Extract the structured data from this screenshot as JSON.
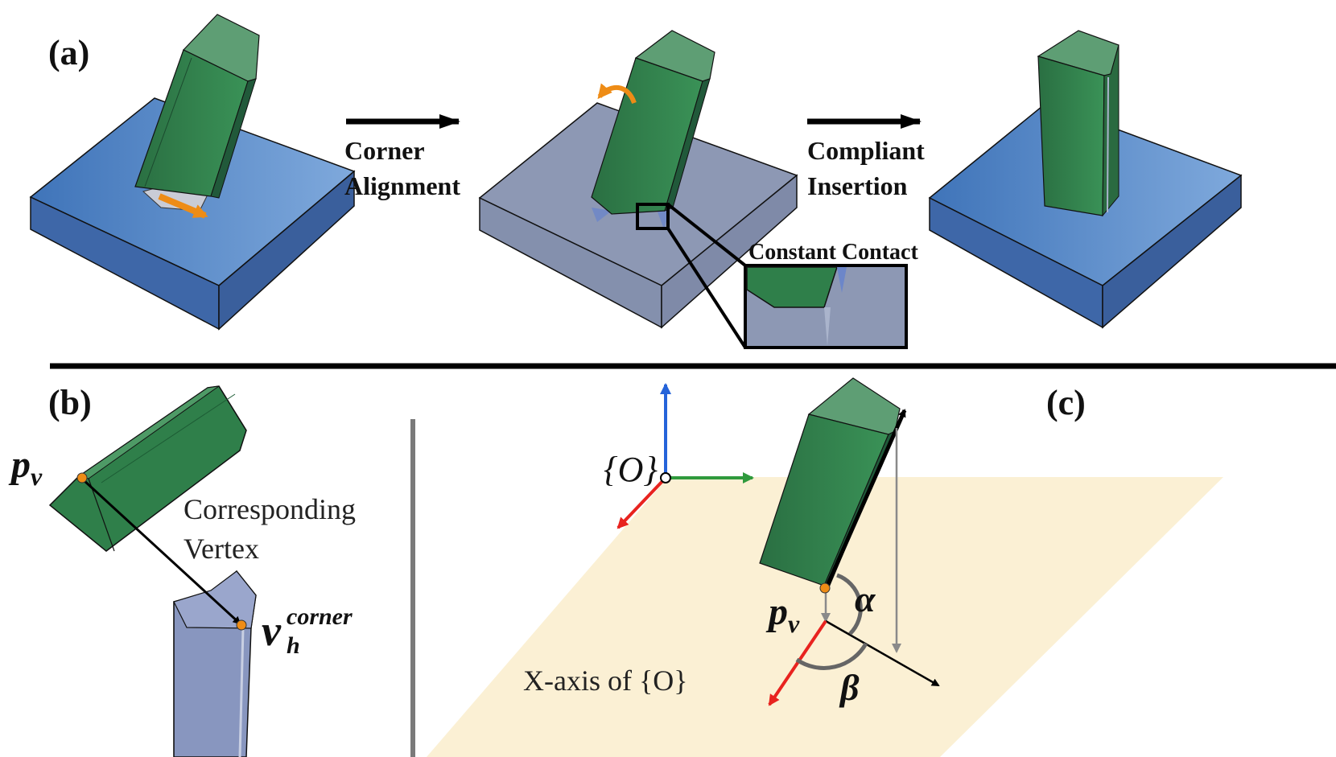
{
  "panels": {
    "a": {
      "label": "(a)"
    },
    "b": {
      "label": "(b)"
    },
    "c": {
      "label": "(c)"
    }
  },
  "steps": {
    "corner_alignment": {
      "line1": "Corner",
      "line2": "Alignment"
    },
    "compliant_insertion": {
      "line1": "Compliant",
      "line2": "Insertion"
    }
  },
  "inset": {
    "label": "Constant Contact"
  },
  "panel_b": {
    "point_label": "p",
    "point_sub": "v",
    "link_line1": "Corresponding",
    "link_line2": "Vertex",
    "vertex_label": "v",
    "vertex_sub": "h",
    "vertex_sup": "corner"
  },
  "panel_c": {
    "frame_label": "{O}",
    "point_label": "p",
    "point_sub": "v",
    "alpha": "α",
    "beta": "β",
    "xaxis_label": "X-axis of {O}"
  },
  "colors": {
    "peg_green": "#2f7f4a",
    "board_blue": "#4f86c6",
    "board_gray": "#8c98b2",
    "hole_peg": "#8896bf",
    "ground_plane": "#fbf0d4",
    "arrow_orange": "#ee8c16",
    "axis_red": "#e8231f",
    "axis_green": "#2f9a3d",
    "axis_blue": "#2563d9"
  }
}
